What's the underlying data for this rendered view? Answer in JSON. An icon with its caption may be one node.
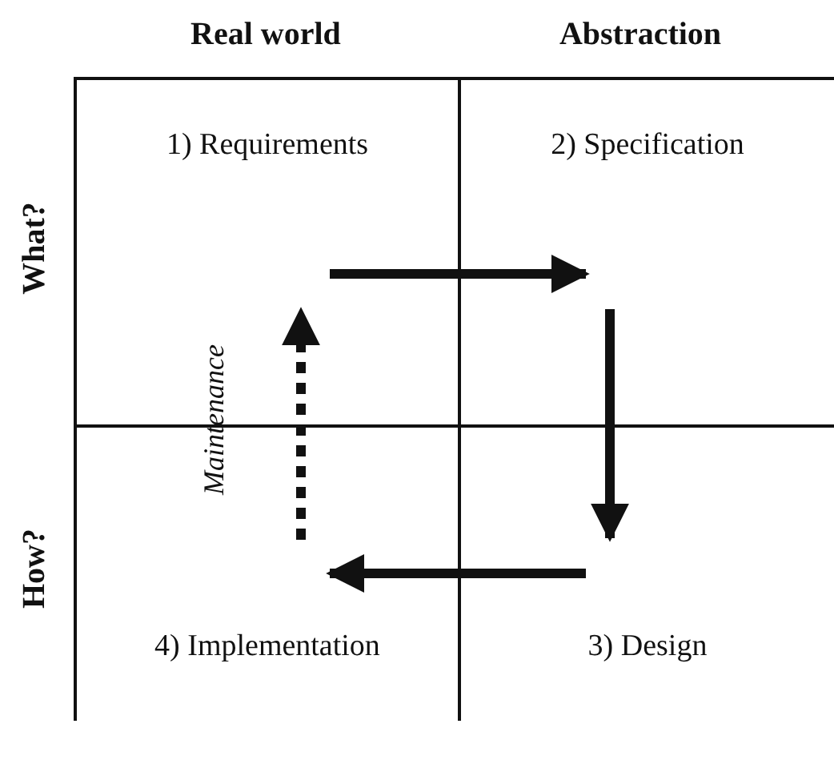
{
  "diagram": {
    "nodes": [
      {
        "text": [
          "1) Requirements"
        ]
      },
      {
        "text": [
          "2) Specification"
        ]
      },
      {
        "text": [
          "3) Design"
        ]
      },
      {
        "text": [
          "4) Implementation"
        ]
      }
    ],
    "edges": [
      {
        "from": 0,
        "to": 1,
        "arrow": "to"
      },
      {
        "from": 1,
        "to": 2,
        "arrow": "to"
      },
      {
        "from": 2,
        "to": 3,
        "arrow": "to"
      },
      {
        "from": 3,
        "to": 0,
        "arrow": "to",
        "style": "dashed",
        "label": "Maintenance"
      }
    ],
    "labels": [
      "Real world",
      "Abstraction",
      "What?",
      "How?"
    ]
  }
}
